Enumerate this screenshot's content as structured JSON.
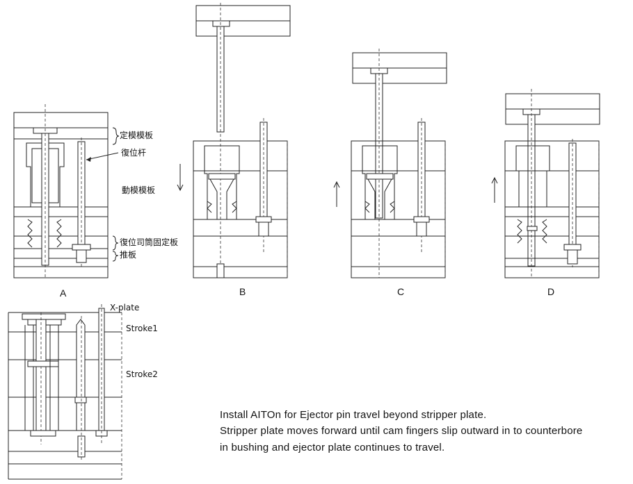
{
  "panels": {
    "a": {
      "label": "A"
    },
    "b": {
      "label": "B"
    },
    "c": {
      "label": "C"
    },
    "d": {
      "label": "D"
    }
  },
  "annotations": {
    "fixed_plate": "定模模板",
    "return_pin": "復位杆",
    "moving_plate": "動模模板",
    "return_sleeve_plate": "復位司筒固定板",
    "ejector_plate": "推板"
  },
  "stroke_diagram": {
    "x_plate": "X-plate",
    "stroke1": "Stroke1",
    "stroke2": "Stroke2"
  },
  "description": {
    "line1": "Install AITOn for Ejector pin travel beyond stripper plate.",
    "line2": "Stripper plate moves forward until cam fingers slip outward in to counterbore",
    "line3": "in bushing and ejector plate continues to travel."
  }
}
